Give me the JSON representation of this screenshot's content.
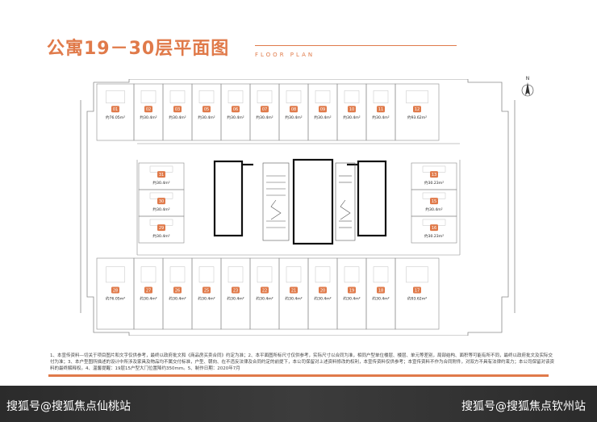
{
  "header": {
    "title": "公寓19－30层平面图",
    "subtitle": "FLOOR PLAN"
  },
  "compass": {
    "label": "N",
    "icon": "north-arrow-icon"
  },
  "colors": {
    "accent": "#e07a4a",
    "wall": "#111111",
    "line": "#8a8a8a"
  },
  "units": {
    "top": [
      {
        "num": "01",
        "area": "约76.05m²"
      },
      {
        "num": "02",
        "area": "约30.4m²"
      },
      {
        "num": "03",
        "area": "约30.4m²"
      },
      {
        "num": "05",
        "area": "约30.4m²"
      },
      {
        "num": "06",
        "area": "约30.4m²"
      },
      {
        "num": "07",
        "area": "约30.4m²"
      },
      {
        "num": "08",
        "area": "约30.4m²"
      },
      {
        "num": "09",
        "area": "约30.4m²"
      },
      {
        "num": "10",
        "area": "约30.4m²"
      },
      {
        "num": "11",
        "area": "约30.4m²"
      },
      {
        "num": "12",
        "area": "约93.62m²"
      }
    ],
    "left": [
      {
        "num": "31",
        "area": "约30.4m²"
      },
      {
        "num": "30",
        "area": "约30.4m²"
      },
      {
        "num": "29",
        "area": "约30.4m²"
      }
    ],
    "right": [
      {
        "num": "13",
        "area": "约30.23m²"
      },
      {
        "num": "15",
        "area": "约30.4m²"
      },
      {
        "num": "16",
        "area": "约30.23m²"
      }
    ],
    "bottom": [
      {
        "num": "28",
        "area": "约76.05m²"
      },
      {
        "num": "27",
        "area": "约30.4m²"
      },
      {
        "num": "26",
        "area": "约30.4m²"
      },
      {
        "num": "25",
        "area": "约30.4m²"
      },
      {
        "num": "23",
        "area": "约30.4m²"
      },
      {
        "num": "22",
        "area": "约30.4m²"
      },
      {
        "num": "21",
        "area": "约30.4m²"
      },
      {
        "num": "20",
        "area": "约30.4m²"
      },
      {
        "num": "19",
        "area": "约30.4m²"
      },
      {
        "num": "18",
        "area": "约30.4m²"
      },
      {
        "num": "17",
        "area": "约93.62m²"
      }
    ]
  },
  "notes": "1、本宣传资料—切关于项目图片和文字仅供参考，最终以政府批文和《商品房买卖合同》约定为准；2、本平面图所标尺寸仅供参考，实际尺寸以合同为准，相同户型单位楼层、楼层、单元等差别，局部结构、面积等可能有所不同，最终以政府批文及实际交付为准；3、本户型图所描述的设计中所涉及家具及物品均不属交付标准，户型、朝向、在不违反法律及合同约定的前提下，本公司保留对上述资料修改的权利，本宣传资料仅供参考；本宣传资料不作为合同附件，对双方不具有法律约束力；本公司保留对该资料的最终解释权。4、温馨提醒：19层15户型大门位置降约350mm。5、制作日期：2020年7月",
  "watermarks": {
    "left": "搜狐号@搜狐焦点仙桃站",
    "right": "搜狐号@搜狐焦点钦州站"
  }
}
